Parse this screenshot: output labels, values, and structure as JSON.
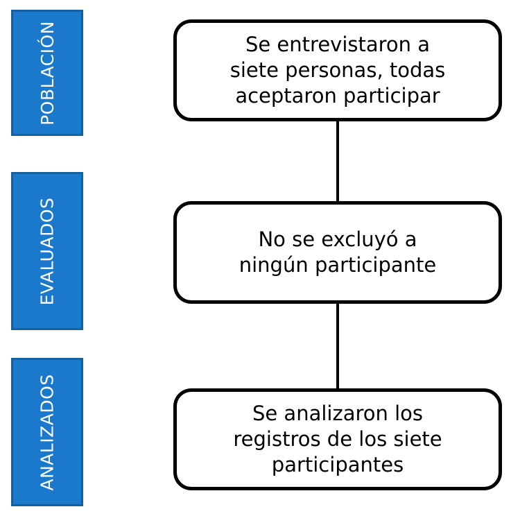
{
  "diagram": {
    "type": "flowchart",
    "orientation": "vertical",
    "background_color": "#FFFFFF",
    "accent_color": "#1B79CC",
    "accent_border_color": "#15619F",
    "box_border_color": "#000000",
    "box_fill_color": "#FFFFFF",
    "text_color": "#000000",
    "label_text_color": "#FFFFFF"
  },
  "stages": [
    {
      "id": "poblacion",
      "label": "POBLACIÓN"
    },
    {
      "id": "evaluados",
      "label": "EVALUADOS"
    },
    {
      "id": "analizados",
      "label": "ANALIZADOS"
    }
  ],
  "boxes": [
    {
      "id": "box-1",
      "stage": "POBLACIÓN",
      "text": "Se entrevistaron a\nsiete personas, todas\naceptaron participar"
    },
    {
      "id": "box-2",
      "stage": "EVALUADOS",
      "text": "No se excluyó a\nningún participante"
    },
    {
      "id": "box-3",
      "stage": "ANALIZADOS",
      "text": "Se analizaron los\nregistros de los siete\nparticipantes"
    }
  ],
  "connectors": [
    {
      "id": "connector-1-2",
      "from": "box-1",
      "to": "box-2",
      "style": "plain-line"
    },
    {
      "id": "connector-2-3",
      "from": "box-2",
      "to": "box-3",
      "style": "plain-line"
    }
  ]
}
